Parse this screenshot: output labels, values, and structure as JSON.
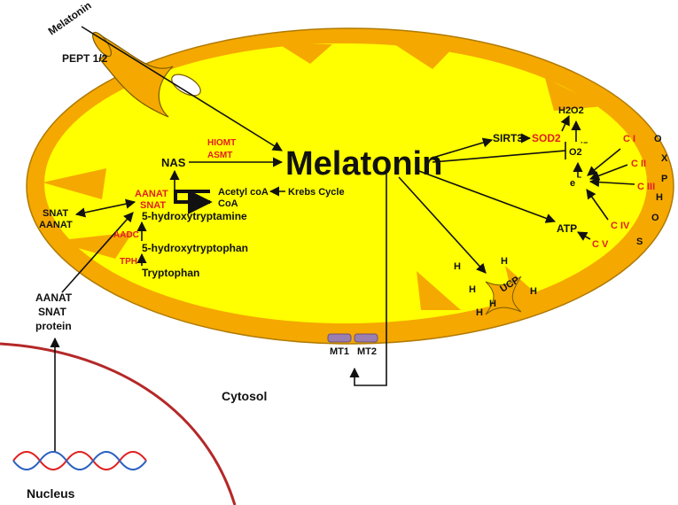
{
  "colors": {
    "outer": "#f5a800",
    "outer_stroke": "#b07a00",
    "matrix": "#ffff00",
    "enzyme_red": "#e02020",
    "arrow": "#111111",
    "receptor": "#9b7fb0",
    "nucleus_line": "#b52828",
    "dna_red": "#e02020",
    "dna_blue": "#2a60c0"
  },
  "labels": {
    "melatonin_entry": "Melatonin",
    "pept": "PEPT 1/2",
    "melatonin_main": "Melatonin",
    "hiomt": "HIOMT",
    "asmt": "ASMT",
    "nas": "NAS",
    "aanat_red": "AANAT",
    "snat_red": "SNAT",
    "acetyl_coa": "Acetyl coA",
    "krebs": "Krebs Cycle",
    "coa": "CoA",
    "serotonin": "5-hydroxytryptamine",
    "aadc": "AADC",
    "htp": "5-hydroxytryptophan",
    "tph": "TPH",
    "tryptophan": "Tryptophan",
    "snat_left": "SNAT",
    "aanat_left": "AANAT",
    "protein_1": "AANAT",
    "protein_2": "SNAT",
    "protein_3": "protein",
    "sirt3": "SIRT3",
    "sod2": "SOD2",
    "h2o2": "H2O2",
    "o2": "O2",
    "electron": "e",
    "c1": "C I",
    "c2": "C II",
    "c3": "C III",
    "c4": "C IV",
    "c5": "C V",
    "atp": "ATP",
    "oxphos": [
      "O",
      "X",
      "P",
      "H",
      "O",
      "S"
    ],
    "proton": "H",
    "ucp": "UCP",
    "mt1": "MT1",
    "mt2": "MT2",
    "cytosol": "Cytosol",
    "nucleus": "Nucleus"
  }
}
